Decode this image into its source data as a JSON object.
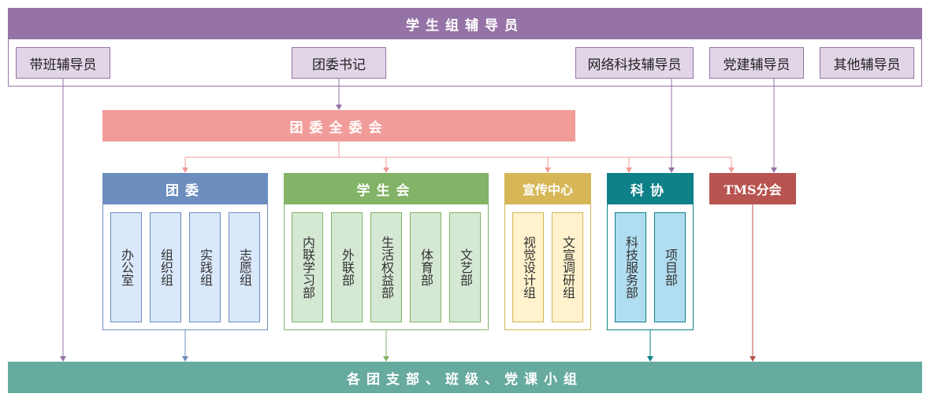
{
  "counselors": {
    "title": "学生组辅导员",
    "items": [
      {
        "id": "class",
        "label": "带班辅导员"
      },
      {
        "id": "league",
        "label": "团委书记"
      },
      {
        "id": "network",
        "label": "网络科技辅导员"
      },
      {
        "id": "party",
        "label": "党建辅导员"
      },
      {
        "id": "other",
        "label": "其他辅导员"
      }
    ]
  },
  "committee": {
    "label": "团委全委会"
  },
  "orgs": {
    "league": {
      "title": "团委",
      "depts": [
        "办公室",
        "组织组",
        "实践组",
        "志愿组"
      ]
    },
    "union": {
      "title": "学生会",
      "depts": [
        "内联学习部",
        "外联部",
        "生活权益部",
        "体育部",
        "文艺部"
      ]
    },
    "publicity": {
      "title": "宣传中心",
      "depts": [
        "视觉设计组",
        "文宣调研组"
      ]
    },
    "tech": {
      "title": "科协",
      "depts": [
        "科技服务部",
        "项目部"
      ]
    },
    "tms": {
      "title": "TMS分会"
    }
  },
  "bottom": {
    "label": "各团支部、班级、党课小组"
  },
  "colors": {
    "purple": "#9673a6",
    "purple_light": "#e1d5e7",
    "red": "#f19c99",
    "blue": "#6c8ebf",
    "blue_light": "#dae8fc",
    "green": "#82b366",
    "green_light": "#d5e8d4",
    "yellow": "#d6b656",
    "yellow_light": "#fff2cc",
    "teal": "#0e8088",
    "teal_light": "#b1ddf0",
    "tms": "#b85450",
    "bottom": "#67ab9f"
  }
}
